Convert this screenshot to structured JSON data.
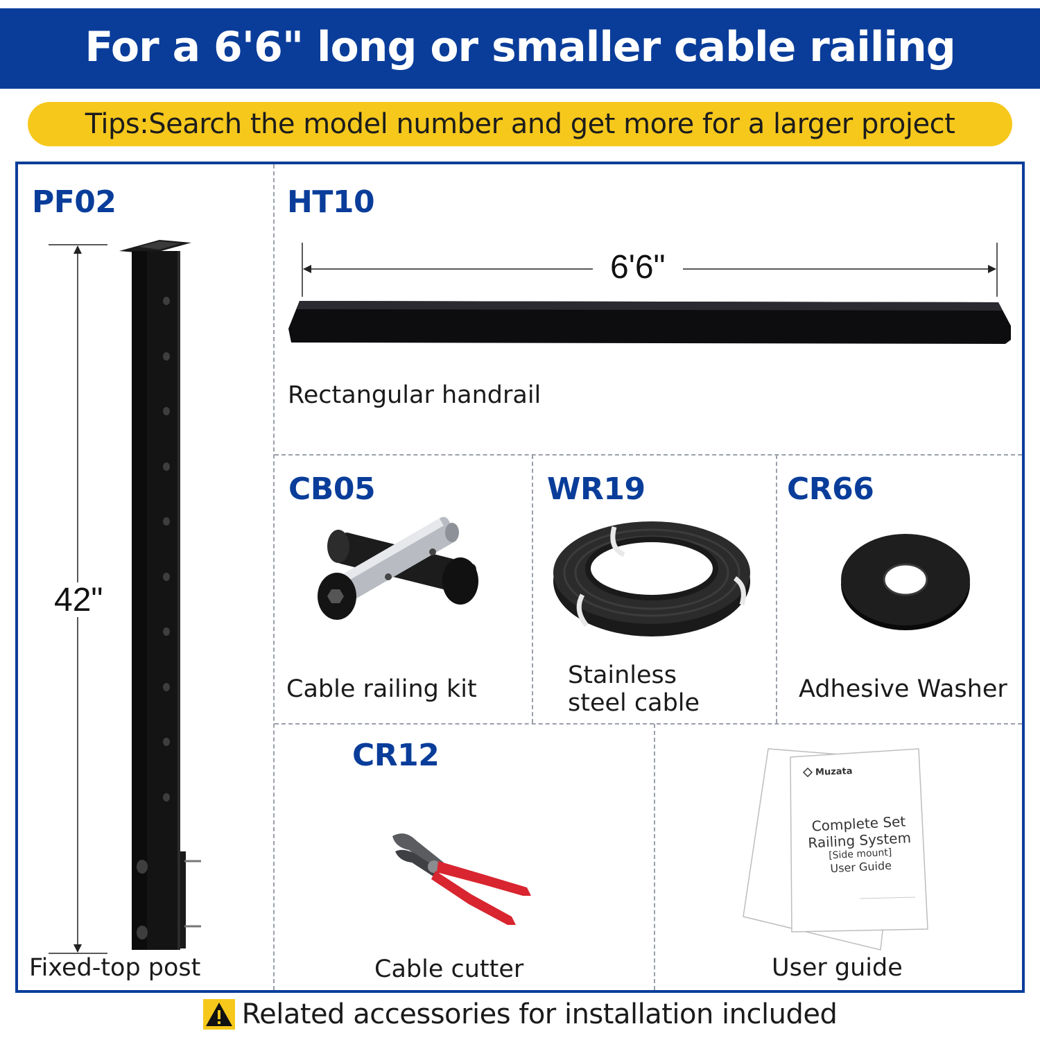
{
  "header": {
    "title": "For a 6'6\" long or smaller cable railing system"
  },
  "tips": {
    "text": "Tips:Search the model number and get more for a larger project"
  },
  "items": {
    "post": {
      "code": "PF02",
      "dimension": "42\"",
      "label": "Fixed-top post"
    },
    "handrail": {
      "code": "HT10",
      "dimension": "6'6\"",
      "label": "Rectangular handrail"
    },
    "cable_kit": {
      "code": "CB05",
      "label": "Cable railing kit"
    },
    "cable": {
      "code": "WR19",
      "label_line1": "Stainless",
      "label_line2": "steel cable"
    },
    "washer": {
      "code": "CR66",
      "label": "Adhesive Washer"
    },
    "cutter": {
      "code": "CR12",
      "label": "Cable cutter"
    },
    "guide": {
      "label": "User guide",
      "brand": "Muzata",
      "line1": "Complete Set",
      "line2": "Railing System",
      "line3": "[Side mount]",
      "line4": "User Guide"
    }
  },
  "footer": {
    "text": "Related accessories for installation included",
    "icon": "warning-icon"
  },
  "colors": {
    "brand_blue": "#0a3d9a",
    "tips_yellow": "#f6c81c",
    "cutter_red": "#d8252f"
  }
}
